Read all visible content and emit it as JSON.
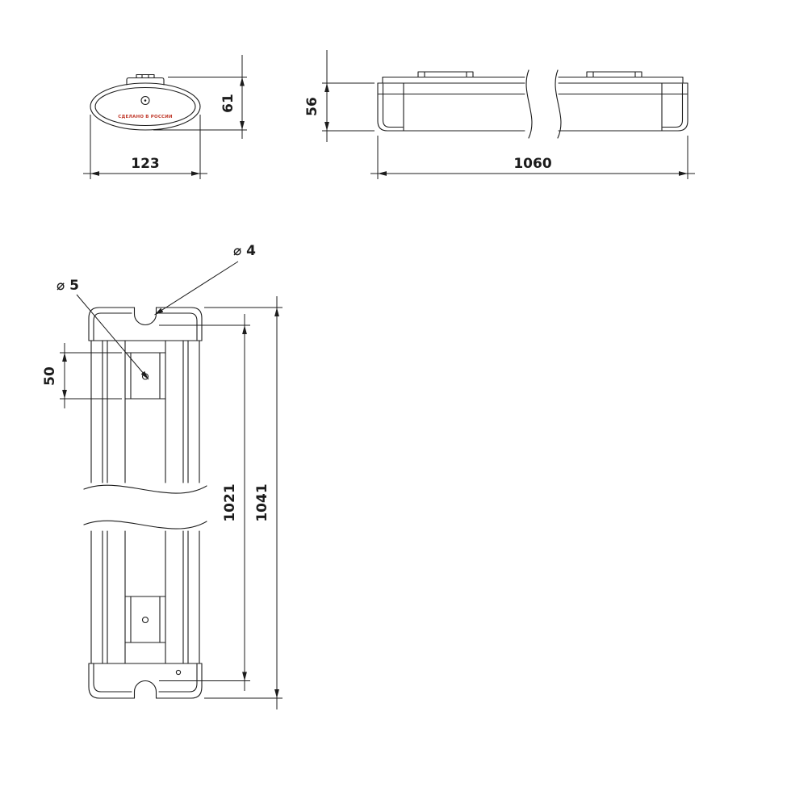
{
  "page": {
    "background": "#ffffff"
  },
  "drawing": {
    "type": "technical-dimension-drawing",
    "views": {
      "end_view": {
        "made_in_label": "СДЕЛАНО В РОССИИ",
        "dimensions": {
          "height": "61",
          "width": "123"
        }
      },
      "side_view": {
        "dimensions": {
          "height": "56",
          "length": "1060"
        }
      },
      "plan_view": {
        "dimensions": {
          "slot_length": "50",
          "mounting_length": "1021",
          "overall_length": "1041",
          "cap_notch_diameter": "⌀ 4",
          "slot_hole_diameter": "⌀ 5"
        }
      }
    },
    "colors": {
      "line": "#1c1c1c",
      "dimension_text": "#1c1c1c",
      "made_in_red": "#c0392b",
      "background": "#ffffff"
    }
  }
}
